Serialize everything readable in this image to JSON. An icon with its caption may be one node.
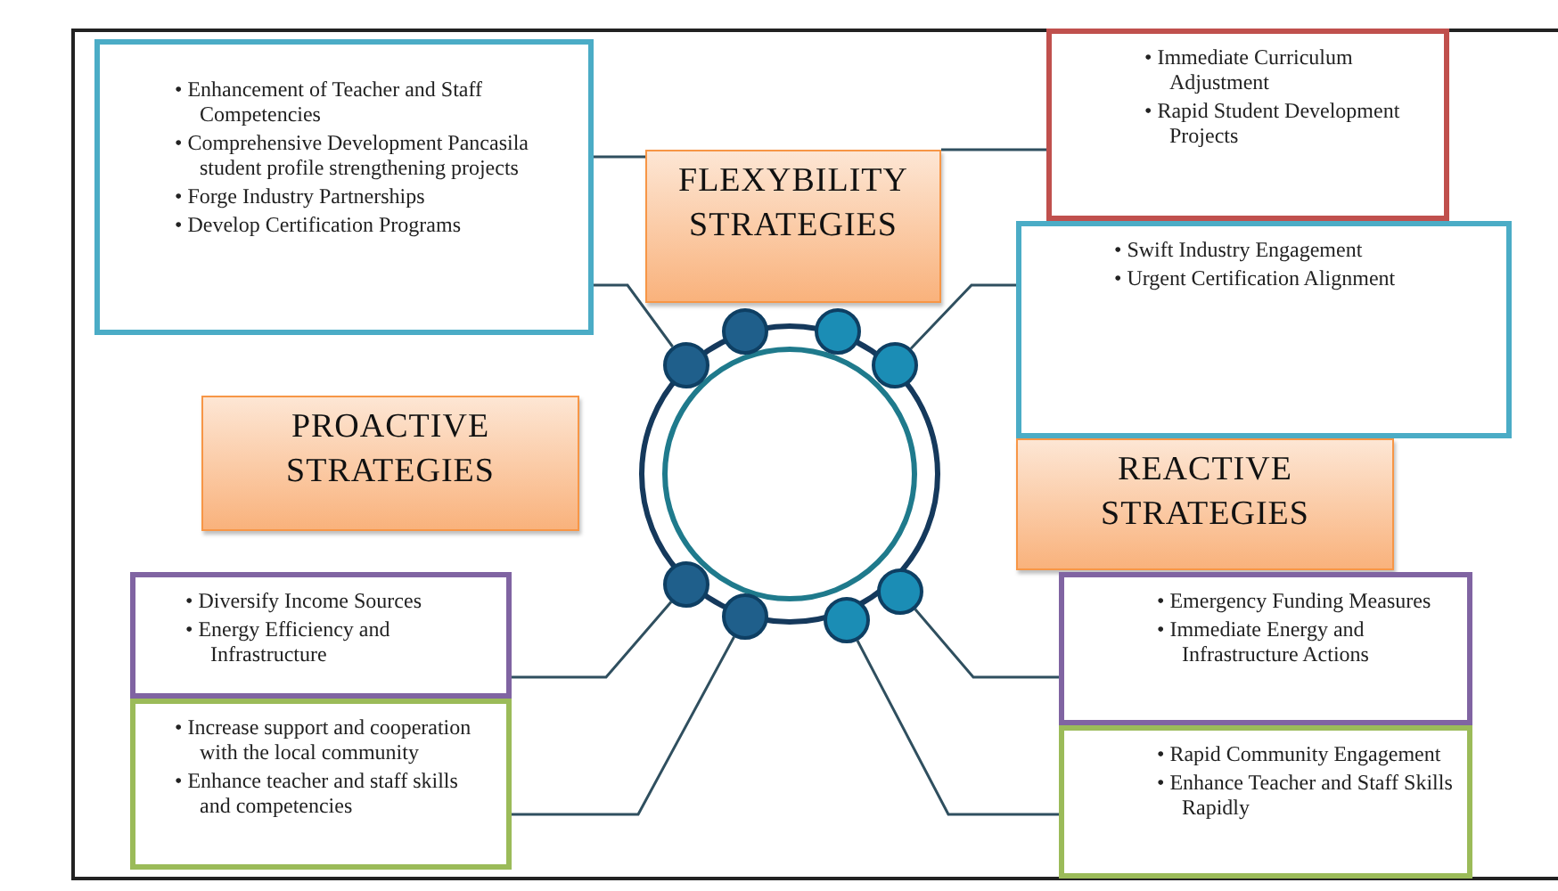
{
  "diagram": {
    "nodes": [
      {
        "text": [
          "• Enhancement of Teacher and Staff Competencies",
          "• Comprehensive Development Pancasila student profile strengthening projects",
          "• Forge Industry Partnerships",
          "• Develop Certification Programs"
        ]
      },
      {
        "text": [
          "• Immediate Curriculum Adjustment",
          "• Rapid Student Development Projects"
        ]
      },
      {
        "text": [
          "FLEXYBILITY STRATEGIES"
        ]
      },
      {
        "text": [
          "• Swift Industry Engagement",
          "• Urgent Certification Alignment"
        ]
      },
      {
        "text": [],
        "shape": "circle"
      },
      {
        "text": [],
        "shape": "circle"
      },
      {
        "text": [],
        "shape": "circle"
      },
      {
        "text": [],
        "shape": "circle"
      },
      {
        "text": [
          "PROACTIVE STRATEGIES"
        ]
      },
      {
        "text": [
          "REACTIVE STRATEGIES"
        ]
      },
      {
        "text": [],
        "shape": "circle"
      },
      {
        "text": [],
        "shape": "circle"
      },
      {
        "text": [],
        "shape": "circle"
      },
      {
        "text": [],
        "shape": "circle"
      },
      {
        "text": [
          "• Diversify Income Sources",
          "• Energy Efficiency and Infrastructure"
        ]
      },
      {
        "text": [
          "• Emergency Funding Measures",
          "• Immediate Energy and Infrastructure Actions"
        ]
      },
      {
        "text": [
          "• Increase support and cooperation with the local community",
          "• Enhance teacher and staff skills and competencies"
        ]
      },
      {
        "text": [
          "• Rapid Community Engagement",
          "• Enhance Teacher and Staff Skills Rapidly"
        ]
      }
    ],
    "edges": [
      {
        "from": 0,
        "to": 2,
        "arrow": "none"
      },
      {
        "from": 0,
        "to": 4,
        "arrow": "none"
      },
      {
        "from": 2,
        "to": 1,
        "arrow": "none"
      },
      {
        "from": 7,
        "to": 3,
        "arrow": "none"
      },
      {
        "from": 10,
        "to": 14,
        "arrow": "none"
      },
      {
        "from": 11,
        "to": 16,
        "arrow": "none"
      },
      {
        "from": 13,
        "to": 15,
        "arrow": "none"
      },
      {
        "from": 12,
        "to": 17,
        "arrow": "none"
      }
    ]
  }
}
